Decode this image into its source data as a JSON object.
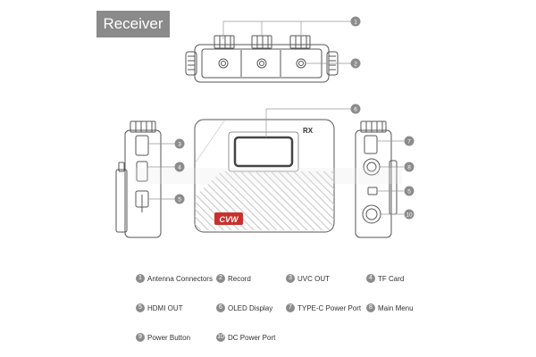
{
  "header": {
    "title": "Receiver"
  },
  "device": {
    "rx_label": "RX",
    "brand": "CVW"
  },
  "markers": [
    {
      "num": "1"
    },
    {
      "num": "2"
    },
    {
      "num": "3"
    },
    {
      "num": "4"
    },
    {
      "num": "5"
    },
    {
      "num": "6"
    },
    {
      "num": "7"
    },
    {
      "num": "8"
    },
    {
      "num": "5"
    },
    {
      "num": "10"
    }
  ],
  "legend": [
    {
      "num": "1",
      "label": "Antenna Connectors"
    },
    {
      "num": "2",
      "label": "Record"
    },
    {
      "num": "3",
      "label": "UVC OUT"
    },
    {
      "num": "4",
      "label": "TF Card"
    },
    {
      "num": "5",
      "label": "HDMI OUT"
    },
    {
      "num": "6",
      "label": "OLED Display"
    },
    {
      "num": "7",
      "label": "TYPE-C Power Port"
    },
    {
      "num": "8",
      "label": "Main Menu"
    },
    {
      "num": "9",
      "label": "Power Button"
    },
    {
      "num": "10",
      "label": "DC Power Port"
    }
  ]
}
